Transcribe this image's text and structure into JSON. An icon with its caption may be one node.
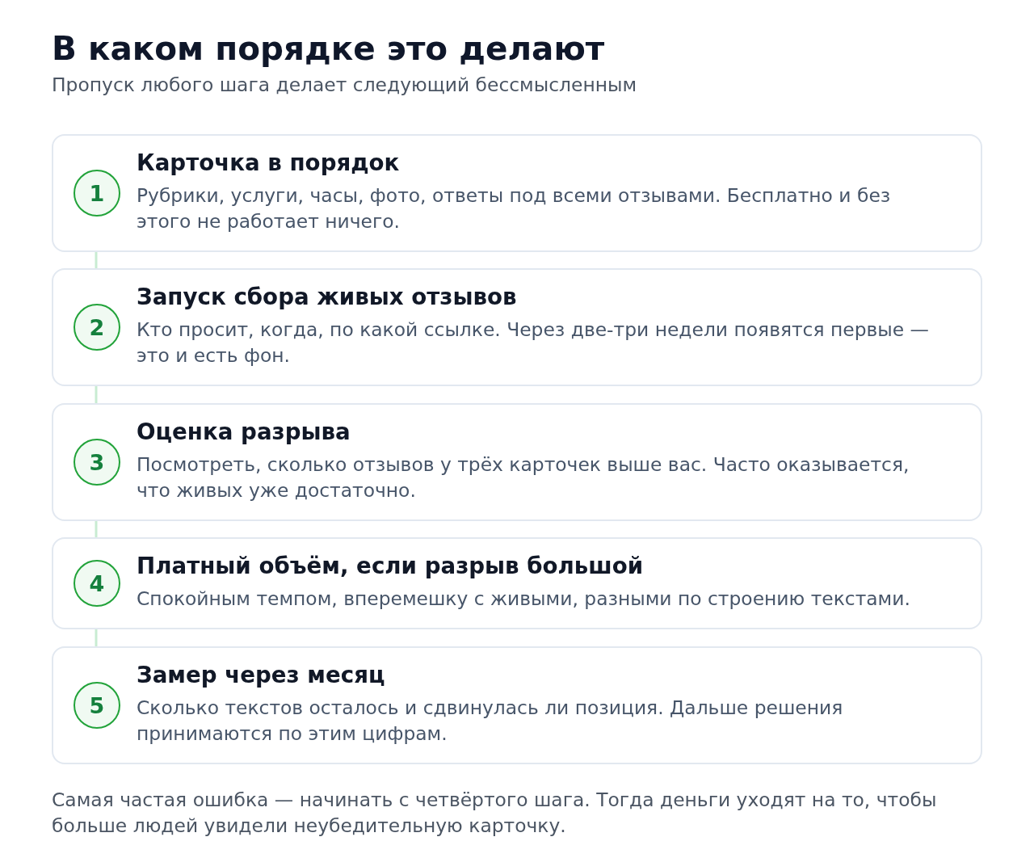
{
  "diagram": {
    "title": "В каком порядке это делают",
    "nodes": [
      {
        "text": [
          "Карточка в порядок",
          "Рубрики, услуги, часы, фото, ответы под всеми отзывами. Бесплатно и без этого не работает ничего."
        ]
      },
      {
        "text": [
          "1"
        ],
        "in": 0
      },
      {
        "text": [
          "Запуск сбора живых отзывов",
          "Кто просит, когда, по какой ссылке. Через две-три недели появятся первые — это и есть фон."
        ]
      },
      {
        "text": [
          "2"
        ],
        "in": 2
      },
      {
        "text": [
          "Оценка разрыва",
          "Посмотреть, сколько отзывов у трёх карточек выше вас. Часто оказывается, что живых уже достаточно."
        ]
      },
      {
        "text": [
          "3"
        ],
        "in": 4
      },
      {
        "text": [
          "Платный объём, если разрыв большой",
          "Спокойным темпом, вперемешку с живыми, разными по строению текстами."
        ]
      },
      {
        "text": [
          "4"
        ],
        "in": 6
      },
      {
        "text": [
          "Замер через месяц",
          "Сколько текстов осталось и сдвинулась ли позиция. Дальше решения принимаются по этим цифрам."
        ]
      },
      {
        "text": [
          "5"
        ],
        "in": 8
      }
    ],
    "edges": [
      {
        "from": 0,
        "to": 2,
        "arrow": "none"
      },
      {
        "from": 2,
        "to": 4,
        "arrow": "none"
      },
      {
        "from": 4,
        "to": 6,
        "arrow": "none"
      },
      {
        "from": 6,
        "to": 8,
        "arrow": "none"
      }
    ],
    "labels": [
      "Пропуск любого шага делает следующий бессмысленным",
      "Самая частая ошибка — начинать с четвёртого шага. Тогда деньги уходят на то, чтобы больше людей увидели неубедительную карточку."
    ]
  }
}
